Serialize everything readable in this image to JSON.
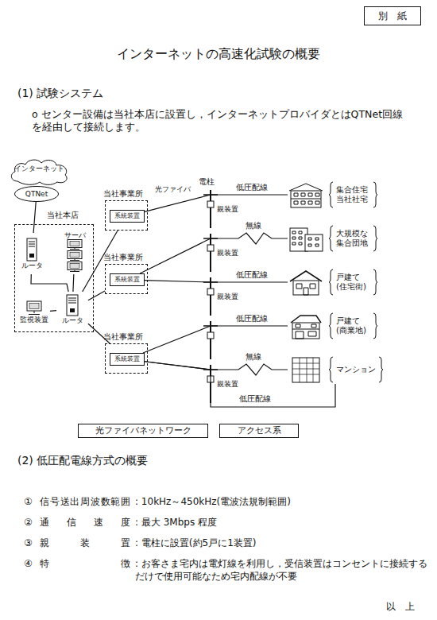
{
  "diagram": {
    "title": "インターネットの高速化試験の概要",
    "nodes": [
      {
        "text": [
          "別　紙"
        ]
      },
      {
        "text": [
          "インターネット"
        ]
      },
      {
        "text": [
          "QTNet"
        ]
      },
      {
        "text": [
          "当社本店"
        ]
      },
      {
        "text": [
          "ルータ"
        ],
        "in": 3
      },
      {
        "text": [
          "サーバ"
        ],
        "in": 3
      },
      {
        "text": [
          "監視装置"
        ],
        "in": 3
      },
      {
        "text": [
          "ルータ"
        ],
        "in": 3
      },
      {
        "text": [
          "当社事業所"
        ]
      },
      {
        "text": [
          "系統装置"
        ],
        "in": 8
      },
      {
        "text": [
          "当社事業所"
        ]
      },
      {
        "text": [
          "系統装置"
        ],
        "in": 10
      },
      {
        "text": [
          "当社事業所"
        ]
      },
      {
        "text": [
          "系統装置"
        ],
        "in": 12
      },
      {
        "text": [
          "集合住宅 当社社宅"
        ]
      },
      {
        "text": [
          "大規模な 集合団地"
        ]
      },
      {
        "text": [
          "戸建て (住宅街)"
        ]
      },
      {
        "text": [
          "戸建て (商業地)"
        ]
      },
      {
        "text": [
          "マンション"
        ]
      },
      {
        "text": [
          "光ファイバネットワーク"
        ]
      },
      {
        "text": [
          "アクセス系"
        ]
      }
    ],
    "edges": [
      {
        "from": 2,
        "to": 4,
        "arrow": "none"
      },
      {
        "from": 4,
        "to": 7,
        "arrow": "none"
      },
      {
        "from": 5,
        "to": 7,
        "arrow": "none"
      },
      {
        "from": 6,
        "to": 7,
        "arrow": "none"
      },
      {
        "from": 7,
        "to": 8,
        "arrow": "none"
      },
      {
        "from": 7,
        "to": 10,
        "arrow": "none"
      },
      {
        "from": 7,
        "to": 12,
        "arrow": "none"
      },
      {
        "from": 9,
        "to": 14,
        "label": "低圧配線",
        "arrow": "none"
      },
      {
        "from": 11,
        "to": 15,
        "label": "無線",
        "arrow": "none"
      },
      {
        "from": 11,
        "to": 16,
        "label": "低圧配線",
        "arrow": "none"
      },
      {
        "from": 13,
        "to": 17,
        "label": "低圧配線",
        "arrow": "none"
      },
      {
        "from": 13,
        "to": 18,
        "label": "無線",
        "arrow": "none"
      },
      {
        "from": 13,
        "to": 18,
        "label": "低圧配線",
        "arrow": "none"
      }
    ],
    "labels": [
      "(1) 試験システム",
      "o センター設備は当社本店に設置し，インターネットプロバイダとはQTNet回線を経由して接続します。",
      "光ファイバ",
      "電柱",
      "親装置",
      "親装置",
      "親装置",
      "親装置",
      "(2) 低圧配電線方式の概要",
      "①",
      "信号送出周波数範囲",
      ": 10kHz～450kHz(電波法規制範囲)",
      "②",
      "通　信　速　度",
      ": 最大 3Mbps 程度",
      "③",
      "親　　装　　置",
      ": 電柱に設置(約5戸に1装置)",
      "④",
      "特　　　　　徴",
      ": お客さま宅内は電灯線を利用し，受信装置はコンセントに接続するだけで使用可能なため宅内配線が不要",
      "以　上"
    ]
  }
}
